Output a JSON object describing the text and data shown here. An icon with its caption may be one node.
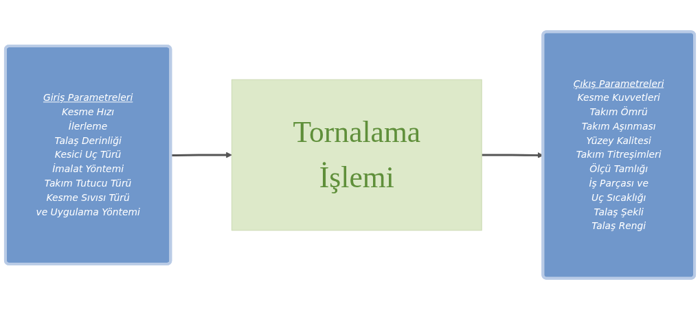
{
  "diagram": {
    "nodes": [
      {
        "text": [
          "Giriş Parametreleri",
          "Kesme Hızı",
          "İlerleme",
          "Talaş Derinliği",
          "Kesici Uç Türü",
          "İmalat Yöntemi",
          "Takım Tutucu Türü",
          "Kesme Sıvısı Türü ve Uygulama Yöntemi"
        ]
      },
      {
        "text": [
          "Tornalama İşlemi"
        ]
      },
      {
        "text": [
          "Çıkış Parametreleri",
          "Kesme Kuvvetleri",
          "Takım Ömrü",
          "Takım Aşınması",
          "Yüzey Kalitesi",
          "Takım Titreşimleri",
          "Ölçü Tamlığı",
          "İş Parçası ve Uç Sıcaklığı",
          "Talaş Şekli",
          "Talaş Rengi"
        ]
      }
    ],
    "edges": [
      {
        "from": 0,
        "to": 1,
        "arrow": "to"
      },
      {
        "from": 1,
        "to": 2,
        "arrow": "to"
      }
    ]
  }
}
